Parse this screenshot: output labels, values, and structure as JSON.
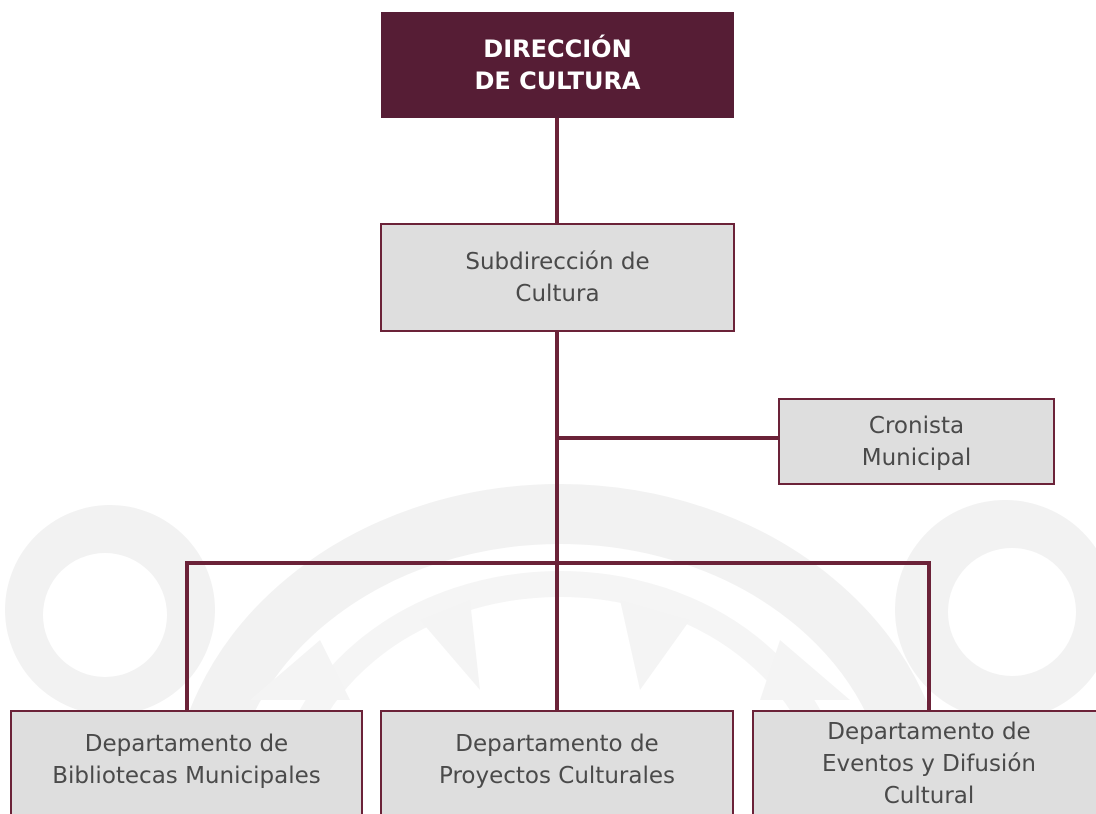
{
  "diagram": {
    "top": {
      "label": "DIRECCIÓN\nDE CULTURA"
    },
    "subdireccion": {
      "label": "Subdirección de\nCultura"
    },
    "cronista": {
      "label": "Cronista\nMunicipal"
    },
    "departamentos": [
      {
        "label": "Departamento de\nBibliotecas Municipales"
      },
      {
        "label": "Departamento de\nProyectos Culturales"
      },
      {
        "label": "Departamento de\nEventos y Difusión\nCultural"
      }
    ]
  },
  "colors": {
    "accent": "#561d35",
    "connector": "#6b2238",
    "box_fill": "#dedede",
    "box_border": "#6b2238",
    "text": "#4a4a4a",
    "watermark": "#f2f2f2"
  }
}
